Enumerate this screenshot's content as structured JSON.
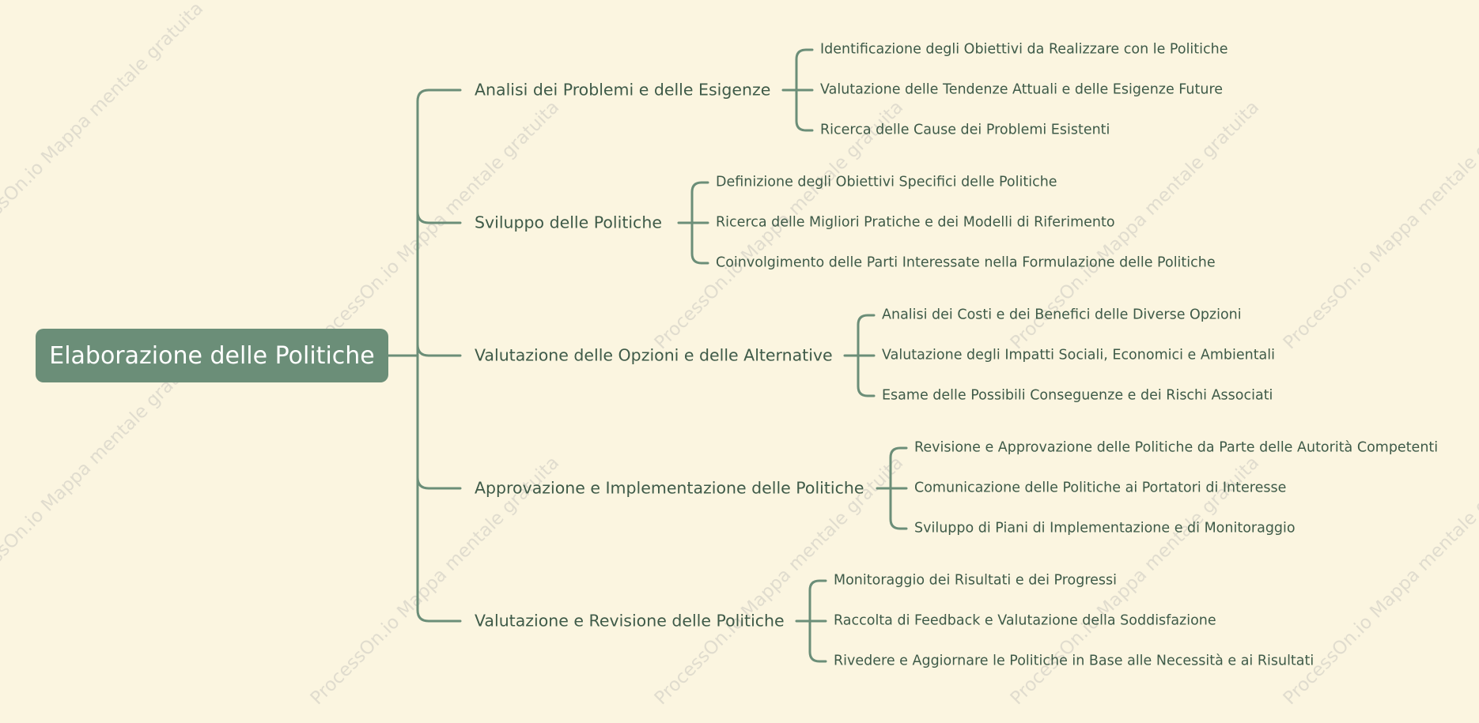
{
  "watermark_text": "ProcessOn.io Mappa mentale gratuita",
  "root": {
    "label": "Elaborazione delle Politiche"
  },
  "branches": [
    {
      "label": "Analisi dei Problemi e delle Esigenze",
      "children": [
        "Identificazione degli Obiettivi da Realizzare con le Politiche",
        "Valutazione delle Tendenze Attuali e delle Esigenze Future",
        "Ricerca delle Cause dei Problemi Esistenti"
      ]
    },
    {
      "label": "Sviluppo delle Politiche",
      "children": [
        "Definizione degli Obiettivi Specifici delle Politiche",
        "Ricerca delle Migliori Pratiche e dei Modelli di Riferimento",
        "Coinvolgimento delle Parti Interessate nella Formulazione delle Politiche"
      ]
    },
    {
      "label": "Valutazione delle Opzioni e delle Alternative",
      "children": [
        "Analisi dei Costi e dei Benefici delle Diverse Opzioni",
        "Valutazione degli Impatti Sociali, Economici e Ambientali",
        "Esame delle Possibili Conseguenze e dei Rischi Associati"
      ]
    },
    {
      "label": "Approvazione e Implementazione delle Politiche",
      "children": [
        "Revisione e Approvazione delle Politiche da Parte delle Autorità Competenti",
        "Comunicazione delle Politiche ai Portatori di Interesse",
        "Sviluppo di Piani di Implementazione e di Monitoraggio"
      ]
    },
    {
      "label": "Valutazione e Revisione delle Politiche",
      "children": [
        "Monitoraggio dei Risultati e dei Progressi",
        "Raccolta di Feedback e Valutazione della Soddisfazione",
        "Rivedere e Aggiornare le Politiche in Base alle Necessità e ai Risultati"
      ]
    }
  ],
  "colors": {
    "background": "#fbf5e0",
    "accent": "#6b8e78",
    "text": "#3e5a48",
    "root_text": "#ffffff"
  }
}
